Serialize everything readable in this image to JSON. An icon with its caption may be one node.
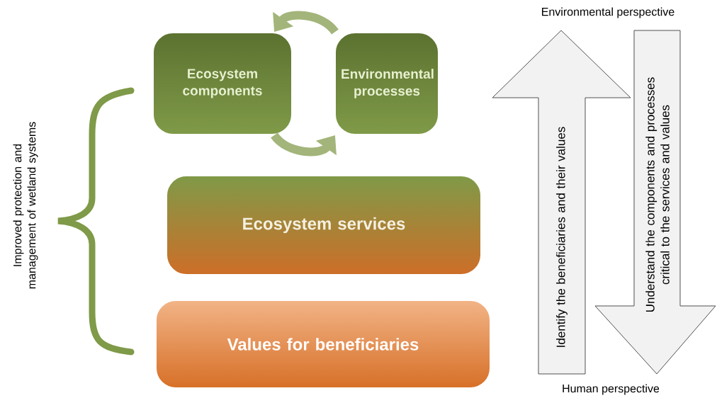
{
  "diagram": {
    "nodes": [
      {
        "text": [
          "Ecosystem components"
        ]
      },
      {
        "text": [
          "Environmental processes"
        ]
      },
      {
        "text": [
          "Ecosystem services"
        ]
      },
      {
        "text": [
          "Values for beneficiaries"
        ]
      },
      {
        "text": [
          "Identify the beneficiaries and their values"
        ]
      },
      {
        "text": [
          "Understand the components and processes critical to the services and values"
        ]
      }
    ],
    "edges": [
      {
        "from": 1,
        "to": 0,
        "arrow": "to"
      },
      {
        "from": 0,
        "to": 1,
        "arrow": "to"
      }
    ],
    "labels": [
      "Environmental perspective",
      "Improved protection and management of wetland systems",
      "Human perspective"
    ]
  }
}
